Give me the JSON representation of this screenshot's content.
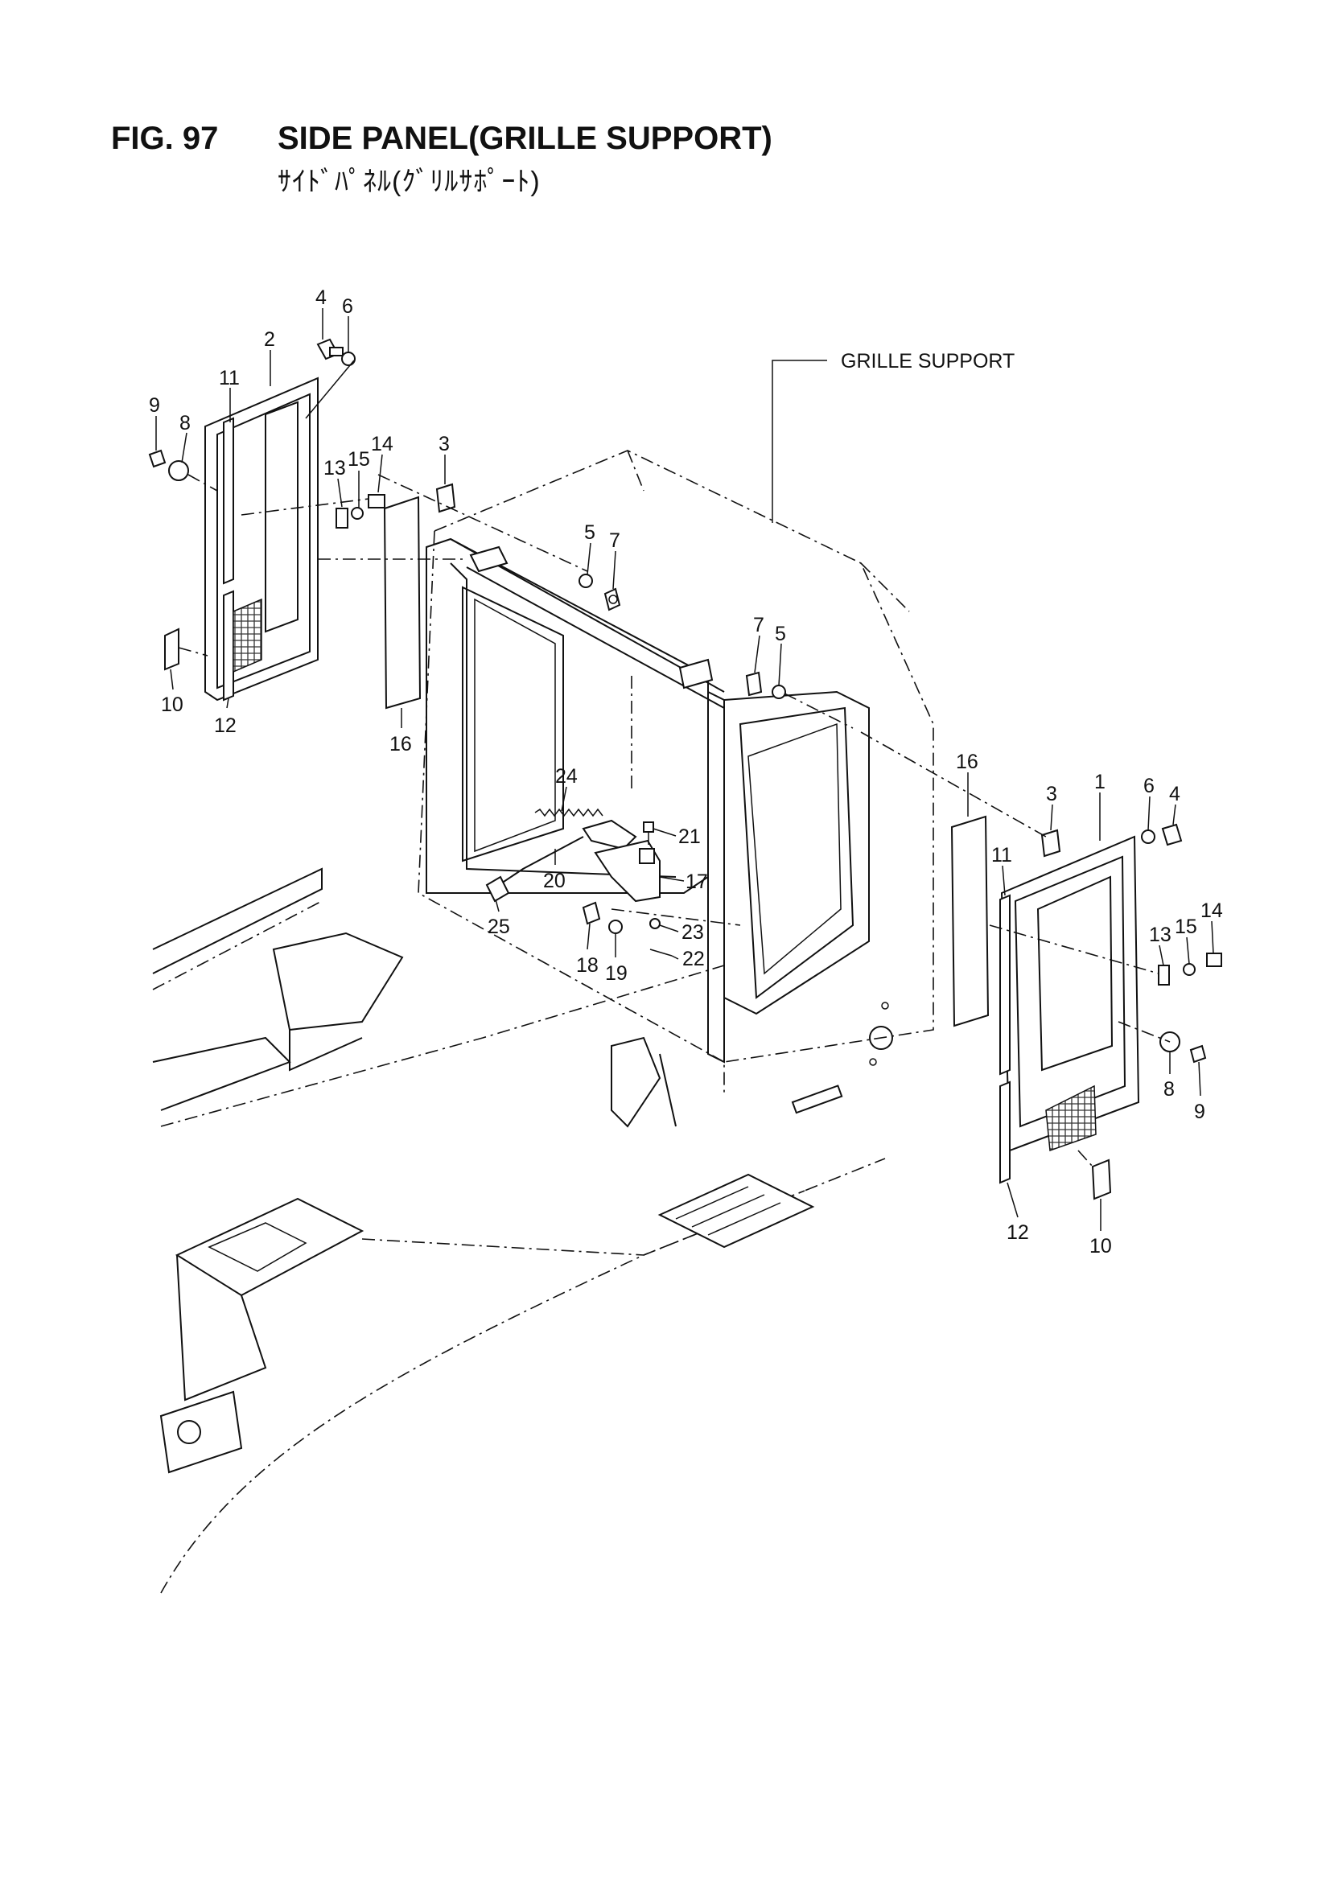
{
  "figure": {
    "number": "FIG. 97",
    "title": "SIDE PANEL(GRILLE SUPPORT)",
    "subtitle": "ｻｲﾄﾞﾊﾟﾈﾙ(ｸﾞﾘﾙｻﾎﾟｰﾄ)"
  },
  "callout": {
    "grille_support": "GRILLE SUPPORT"
  },
  "part_labels": {
    "p4_left": "4",
    "p6_left": "6",
    "p2": "2",
    "p11_left": "11",
    "p9_left": "9",
    "p8_left": "8",
    "p13_left": "13",
    "p15_left": "15",
    "p14_left": "14",
    "p3_left": "3",
    "p5_top": "5",
    "p7_top": "7",
    "p10_left": "10",
    "p12_left": "12",
    "p16_left": "16",
    "p7_mid": "7",
    "p5_mid": "5",
    "p24": "24",
    "p21": "21",
    "p17": "17",
    "p20": "20",
    "p25": "25",
    "p18": "18",
    "p19": "19",
    "p23": "23",
    "p22": "22",
    "p16_right": "16",
    "p3_right": "3",
    "p1": "1",
    "p6_right": "6",
    "p4_right": "4",
    "p11_right": "11",
    "p14_right": "14",
    "p13_right": "13",
    "p15_right": "15",
    "p8_right": "8",
    "p9_right": "9",
    "p12_right": "12",
    "p10_right": "10"
  }
}
